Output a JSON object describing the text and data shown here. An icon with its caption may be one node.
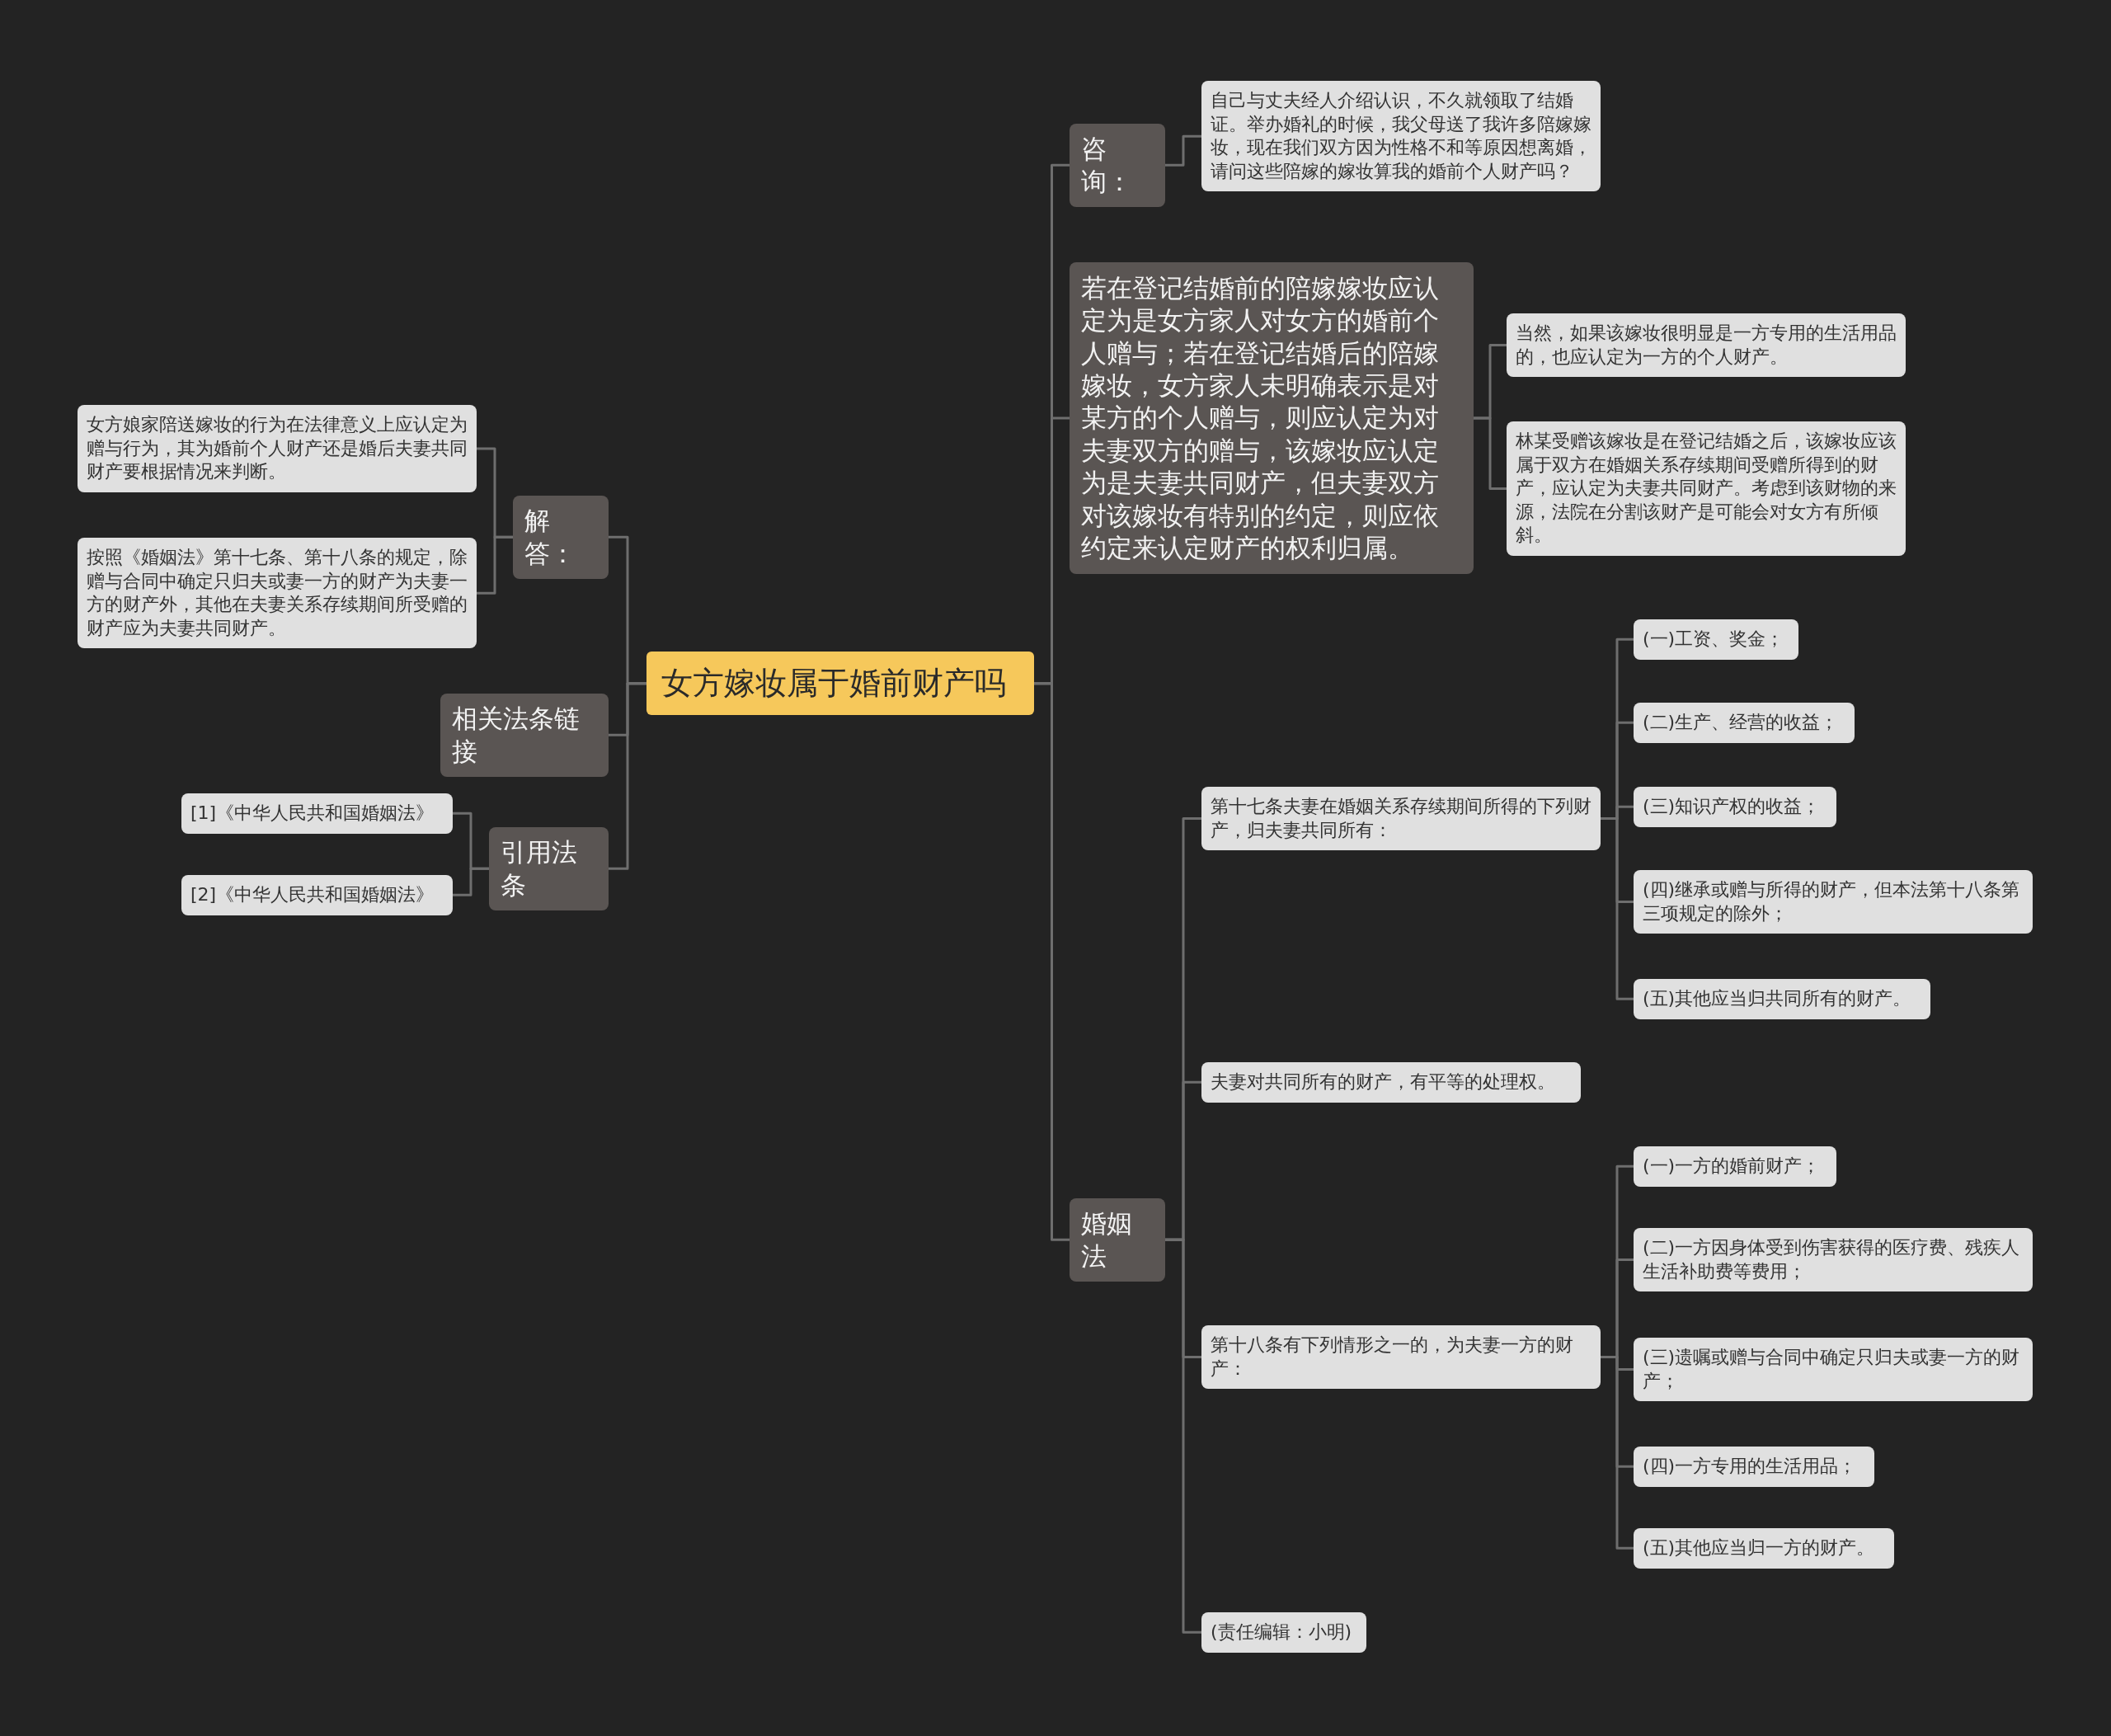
{
  "diagram": {
    "nodes": [
      {
        "text": [
          "女方嫁妆属于婚前财产吗"
        ]
      },
      {
        "text": [
          "咨询："
        ]
      },
      {
        "text": [
          "自己与丈夫经人介绍认识，不久就领取了结婚证。举办婚礼的时候，我父母送了我许多陪嫁嫁妆，现在我们双方因为性格不和等原因想离婚，请问这些陪嫁的嫁妆算我的婚前个人财产吗？"
        ]
      },
      {
        "text": [
          "若在登记结婚前的陪嫁嫁妆应认定为是女方家人对女方的婚前个人赠与；若在登记结婚后的陪嫁嫁妆，女方家人未明确表示是对某方的个人赠与，则应认定为对夫妻双方的赠与，该嫁妆应认定为是夫妻共同财产，但夫妻双方对该嫁妆有特别的约定，则应依约定来认定财产的权利归属。"
        ]
      },
      {
        "text": [
          "当然，如果该嫁妆很明显是一方专用的生活用品的，也应认定为一方的个人财产。"
        ]
      },
      {
        "text": [
          "林某受赠该嫁妆是在登记结婚之后，该嫁妆应该属于双方在婚姻关系存续期间受赠所得到的财产，应认定为夫妻共同财产。考虑到该财物的来源，法院在分割该财产是可能会对女方有所倾斜。"
        ]
      },
      {
        "text": [
          "婚姻法"
        ]
      },
      {
        "text": [
          "第十七条夫妻在婚姻关系存续期间所得的下列财产，归夫妻共同所有："
        ]
      },
      {
        "text": [
          "(一)工资、奖金；"
        ]
      },
      {
        "text": [
          "(二)生产、经营的收益；"
        ]
      },
      {
        "text": [
          "(三)知识产权的收益；"
        ]
      },
      {
        "text": [
          "(四)继承或赠与所得的财产，但本法第十八条第三项规定的除外；"
        ]
      },
      {
        "text": [
          "(五)其他应当归共同所有的财产。"
        ]
      },
      {
        "text": [
          "夫妻对共同所有的财产，有平等的处理权。"
        ]
      },
      {
        "text": [
          "第十八条有下列情形之一的，为夫妻一方的财产："
        ]
      },
      {
        "text": [
          "(一)一方的婚前财产；"
        ]
      },
      {
        "text": [
          "(二)一方因身体受到伤害获得的医疗费、残疾人生活补助费等费用；"
        ]
      },
      {
        "text": [
          "(三)遗嘱或赠与合同中确定只归夫或妻一方的财产；"
        ]
      },
      {
        "text": [
          "(四)一方专用的生活用品；"
        ]
      },
      {
        "text": [
          "(五)其他应当归一方的财产。"
        ]
      },
      {
        "text": [
          "(责任编辑：小明)"
        ]
      },
      {
        "text": [
          "解答："
        ]
      },
      {
        "text": [
          "女方娘家陪送嫁妆的行为在法律意义上应认定为赠与行为，其为婚前个人财产还是婚后夫妻共同财产要根据情况来判断。"
        ]
      },
      {
        "text": [
          "按照《婚姻法》第十七条、第十八条的规定，除赠与合同中确定只归夫或妻一方的财产为夫妻一方的财产外，其他在夫妻关系存续期间所受赠的财产应为夫妻共同财产。"
        ]
      },
      {
        "text": [
          "相关法条链接"
        ]
      },
      {
        "text": [
          "引用法条"
        ]
      },
      {
        "text": [
          "[1]《中华人民共和国婚姻法》"
        ]
      },
      {
        "text": [
          "[2]《中华人民共和国婚姻法》"
        ]
      }
    ],
    "edges": [
      {
        "from": 0,
        "to": 1,
        "arrow": "none"
      },
      {
        "from": 1,
        "to": 2,
        "arrow": "none"
      },
      {
        "from": 0,
        "to": 3,
        "arrow": "none"
      },
      {
        "from": 3,
        "to": 4,
        "arrow": "none"
      },
      {
        "from": 3,
        "to": 5,
        "arrow": "none"
      },
      {
        "from": 0,
        "to": 6,
        "arrow": "none"
      },
      {
        "from": 6,
        "to": 7,
        "arrow": "none"
      },
      {
        "from": 7,
        "to": 8,
        "arrow": "none"
      },
      {
        "from": 7,
        "to": 9,
        "arrow": "none"
      },
      {
        "from": 7,
        "to": 10,
        "arrow": "none"
      },
      {
        "from": 7,
        "to": 11,
        "arrow": "none"
      },
      {
        "from": 7,
        "to": 12,
        "arrow": "none"
      },
      {
        "from": 6,
        "to": 13,
        "arrow": "none"
      },
      {
        "from": 6,
        "to": 14,
        "arrow": "none"
      },
      {
        "from": 14,
        "to": 15,
        "arrow": "none"
      },
      {
        "from": 14,
        "to": 16,
        "arrow": "none"
      },
      {
        "from": 14,
        "to": 17,
        "arrow": "none"
      },
      {
        "from": 14,
        "to": 18,
        "arrow": "none"
      },
      {
        "from": 14,
        "to": 19,
        "arrow": "none"
      },
      {
        "from": 6,
        "to": 20,
        "arrow": "none"
      },
      {
        "from": 0,
        "to": 21,
        "arrow": "none"
      },
      {
        "from": 21,
        "to": 22,
        "arrow": "none"
      },
      {
        "from": 21,
        "to": 23,
        "arrow": "none"
      },
      {
        "from": 0,
        "to": 24,
        "arrow": "none"
      },
      {
        "from": 0,
        "to": 25,
        "arrow": "none"
      },
      {
        "from": 25,
        "to": 26,
        "arrow": "none"
      },
      {
        "from": 25,
        "to": 27,
        "arrow": "none"
      }
    ]
  }
}
